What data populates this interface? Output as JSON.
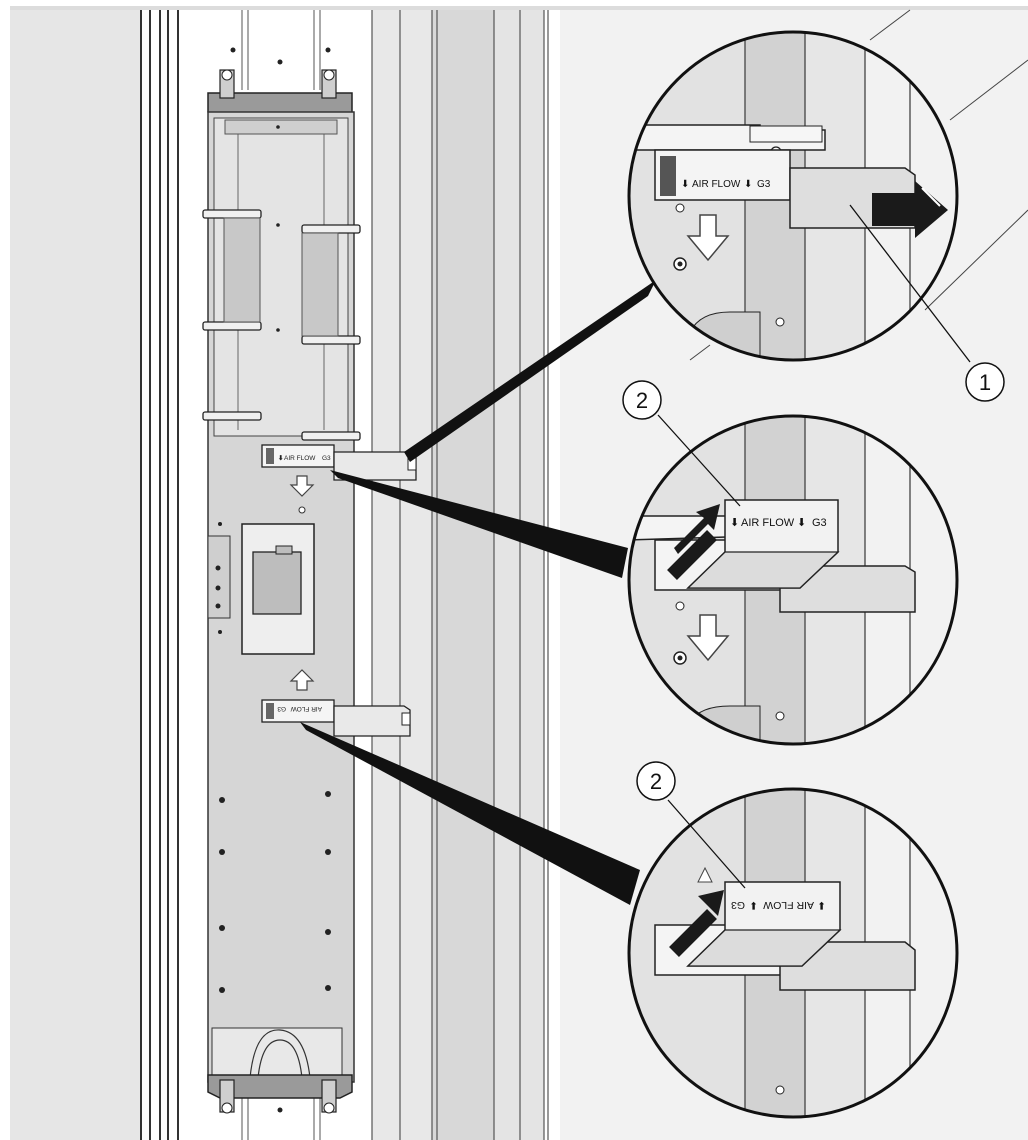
{
  "diagram": {
    "labels": {
      "top_mini": "AIR FLOW",
      "top_mini_code": "G3",
      "bottom_mini": "AIR FLOW",
      "bottom_mini_code": "G3",
      "zoom1_label": "AIR FLOW",
      "zoom1_code": "G3",
      "zoom2_label": "AIR FLOW",
      "zoom2_code": "G3",
      "zoom3_label": "AIR FLOW",
      "zoom3_code": "G3"
    },
    "callouts": {
      "c1": "1",
      "c2a": "2",
      "c2b": "2"
    }
  }
}
